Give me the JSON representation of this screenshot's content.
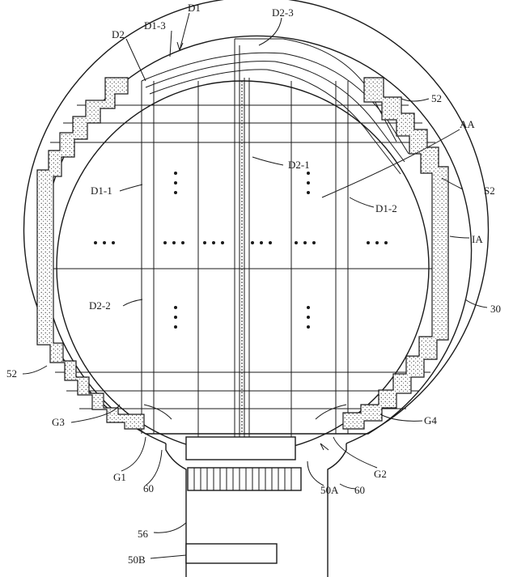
{
  "labels": {
    "d1": "D1",
    "d1_3": "D1-3",
    "d2_3": "D2-3",
    "d2": "D2",
    "s52_top": "52",
    "aa": "AA",
    "d2_1": "D2-1",
    "s2": "S2",
    "d1_1": "D1-1",
    "d1_2": "D1-2",
    "ia": "IA",
    "d2_2": "D2-2",
    "n30": "30",
    "s52_left": "52",
    "g3": "G3",
    "g4": "G4",
    "g1": "G1",
    "n60_left": "60",
    "g2": "G2",
    "n60_right": "60",
    "n50a": "50A",
    "n56": "56",
    "n50b": "50B"
  }
}
